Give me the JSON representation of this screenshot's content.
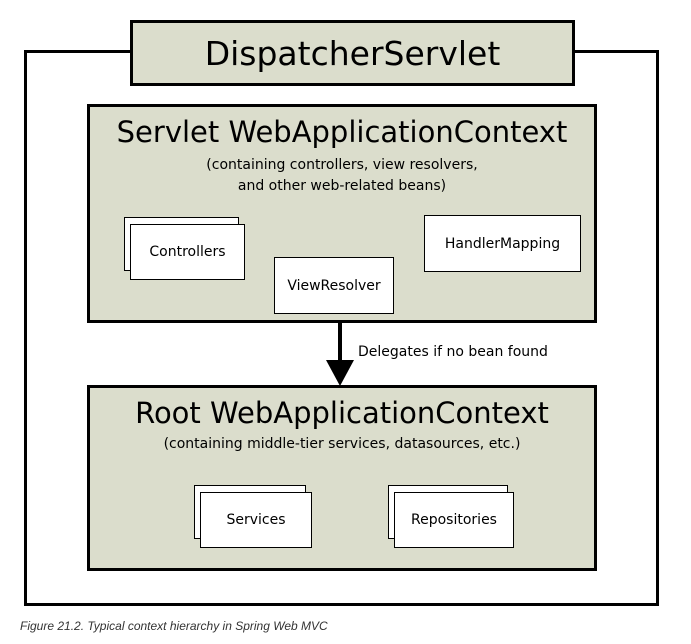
{
  "dispatcher": {
    "title": "DispatcherServlet"
  },
  "servlet_context": {
    "title": "Servlet WebApplicationContext",
    "subtitle_line1": "(containing controllers, view resolvers,",
    "subtitle_line2": "and other web-related beans)",
    "components": {
      "controllers": "Controllers",
      "handler_mapping": "HandlerMapping",
      "view_resolver": "ViewResolver"
    }
  },
  "delegation": {
    "label": "Delegates if no bean found"
  },
  "root_context": {
    "title": "Root WebApplicationContext",
    "subtitle": "(containing middle-tier services, datasources, etc.)",
    "components": {
      "services": "Services",
      "repositories": "Repositories"
    }
  },
  "caption": "Figure 21.2. Typical context hierarchy in Spring Web MVC",
  "colors": {
    "context_fill": "#dbddcc",
    "border": "#000000"
  }
}
